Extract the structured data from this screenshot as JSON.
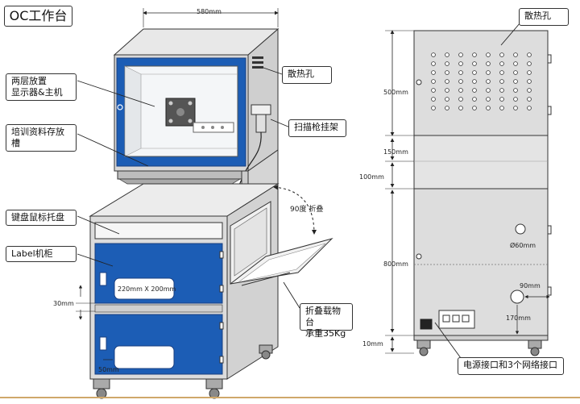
{
  "title": "OC工作台",
  "callouts": {
    "two_layer": "两层放置\n显示器&主机",
    "training": "培训资料存放\n槽",
    "keyboard": "键盘鼠标托盘",
    "label_cabinet": "Label机柜",
    "vent": "散热孔",
    "scanner": "扫描枪挂架",
    "folding_tray": "折叠载物台\n承重35Kg",
    "vent_right": "散热孔",
    "power_ports": "电源接口和3个网络接口"
  },
  "dimensions": {
    "width": "580mm",
    "fold": "90度  折叠",
    "drawer": "220mm X 200mm",
    "gap_30": "30mm",
    "gap_50": "50mm",
    "h_500": "500mm",
    "h_150": "150mm",
    "h_100": "100mm",
    "h_800": "800mm",
    "h_10": "10mm",
    "hole_60": "Ø60mm",
    "hole_90": "90mm",
    "hole_170": "170mm"
  },
  "colors": {
    "blue": "#1c5db5",
    "cabinet_gray": "#dcdcdc",
    "outline": "#333333"
  }
}
